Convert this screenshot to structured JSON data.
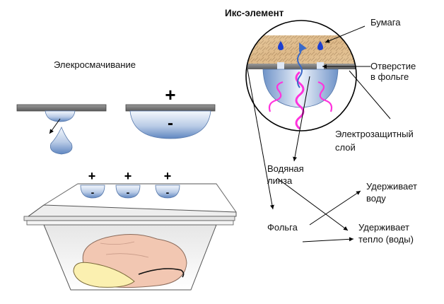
{
  "title": "Икс-элемент",
  "labels": {
    "electrowetting": "Элекросмачивание",
    "paper": "Бумага",
    "hole_line1": "Отверстие",
    "hole_line2": "в фольге",
    "protective_line1": "Электрозащитный",
    "protective_line2": "слой",
    "water_lens_line1": "Водяная",
    "water_lens_line2": "линза",
    "foil": "Фольга",
    "holds_water_line1": "Удерживает",
    "holds_water_line2": "воду",
    "holds_heat_line1": "Удерживает",
    "holds_heat_line2": "тепло (воды)"
  },
  "symbols": {
    "plus": "+",
    "minus": "-"
  },
  "colors": {
    "plate": "#777777",
    "water_light": "#dfe8f5",
    "water_dark": "#5b82bd",
    "paper": "#e8c79a",
    "heat_wave": "#ff33dd",
    "vapor": "#3a6ac8",
    "food": "#f2c6b0",
    "food_yellow": "#fbf0b0"
  }
}
